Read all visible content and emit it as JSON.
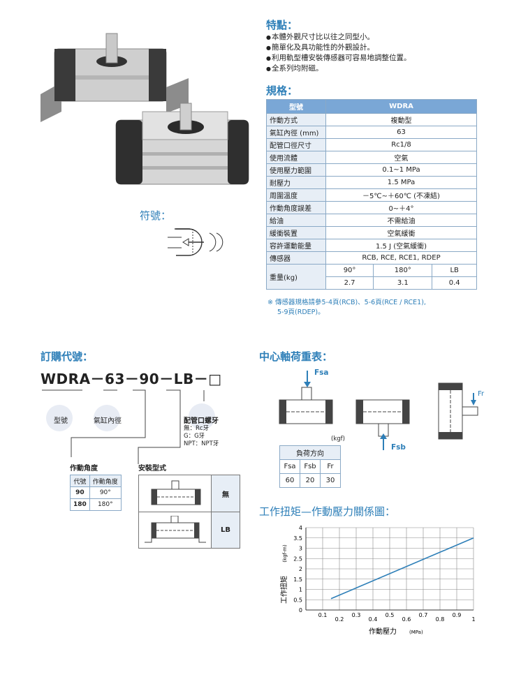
{
  "features": {
    "title": "特點：",
    "items": [
      "本體外觀尺寸比以往之同型小。",
      "簡單化及具功能性的外觀設計。",
      "利用軌型槽安裝傳感器可容易地調整位置。",
      "全系列均附磁。"
    ]
  },
  "spec": {
    "title": "規格：",
    "header": [
      "型號",
      "WDRA"
    ],
    "rows": [
      [
        "作動方式",
        "複動型"
      ],
      [
        "氣缸內徑 (mm)",
        "63"
      ],
      [
        "配管口徑尺寸",
        "Rc1/8"
      ],
      [
        "使用流體",
        "空氣"
      ],
      [
        "使用壓力範圍",
        "0.1~1 MPa"
      ],
      [
        "耐壓力",
        "1.5 MPa"
      ],
      [
        "周圍溫度",
        "－5℃~＋60℃ (不凍結)"
      ],
      [
        "作動角度誤差",
        "0~＋4°"
      ],
      [
        "給油",
        "不需給油"
      ],
      [
        "緩衝裝置",
        "空氣緩衝"
      ],
      [
        "容許運動能量",
        "1.5 J (空氣緩衝)"
      ],
      [
        "傳感器",
        "RCB, RCE, RCE1, RDEP"
      ]
    ],
    "weight_label": "重量(kg)",
    "weight_heads": [
      "90°",
      "180°",
      "LB"
    ],
    "weight_vals": [
      "2.7",
      "3.1",
      "0.4"
    ],
    "note1": "※ 傳感器規格請參5-4頁(RCB)、5-6頁(RCE / RCE1),",
    "note2": "5-9頁(RDEP)。"
  },
  "symbol": {
    "title": "符號："
  },
  "order": {
    "title": "訂購代號：",
    "code": "WDRA－63－90－LB－□",
    "labels": {
      "model": "型號",
      "bore": "氣缸內徑",
      "port": "配管口螺牙"
    },
    "port_opts": [
      "無：Rc牙",
      "G：G牙",
      "NPT：NPT牙"
    ],
    "angle": {
      "title": "作動角度",
      "head": [
        "代號",
        "作動角度"
      ],
      "rows": [
        [
          "90",
          "90°"
        ],
        [
          "180",
          "180°"
        ]
      ]
    },
    "mount": {
      "title": "安裝型式",
      "opts": [
        "無",
        "LB"
      ]
    }
  },
  "load": {
    "title": "中心軸荷重表：",
    "fsa": "Fsa",
    "fsb": "Fsb",
    "fr": "Fr",
    "unit": "(kgf)",
    "head": "負荷方向",
    "cols": [
      "Fsa",
      "Fsb",
      "Fr"
    ],
    "vals": [
      "60",
      "20",
      "30"
    ]
  },
  "chart_title": "工作扭矩—作動壓力關係圖：",
  "chart_data": {
    "type": "line",
    "xlabel": "作動壓力",
    "xunit": "(MPa)",
    "ylabel": "工作扭矩",
    "yunit": "(kgf-m)",
    "xlim": [
      0,
      1
    ],
    "ylim": [
      0,
      4
    ],
    "xticks": [
      "0.1",
      "0.2",
      "0.3",
      "0.4",
      "0.5",
      "0.6",
      "0.7",
      "0.8",
      "0.9",
      "1"
    ],
    "yticks": [
      "0",
      "0.5",
      "1",
      "1.5",
      "2",
      "2.5",
      "3",
      "3.5",
      "4"
    ],
    "series": [
      {
        "x": [
          0.15,
          1.0
        ],
        "y": [
          0.55,
          3.5
        ]
      }
    ],
    "grid": true,
    "line_color": "#2e7fb8"
  }
}
